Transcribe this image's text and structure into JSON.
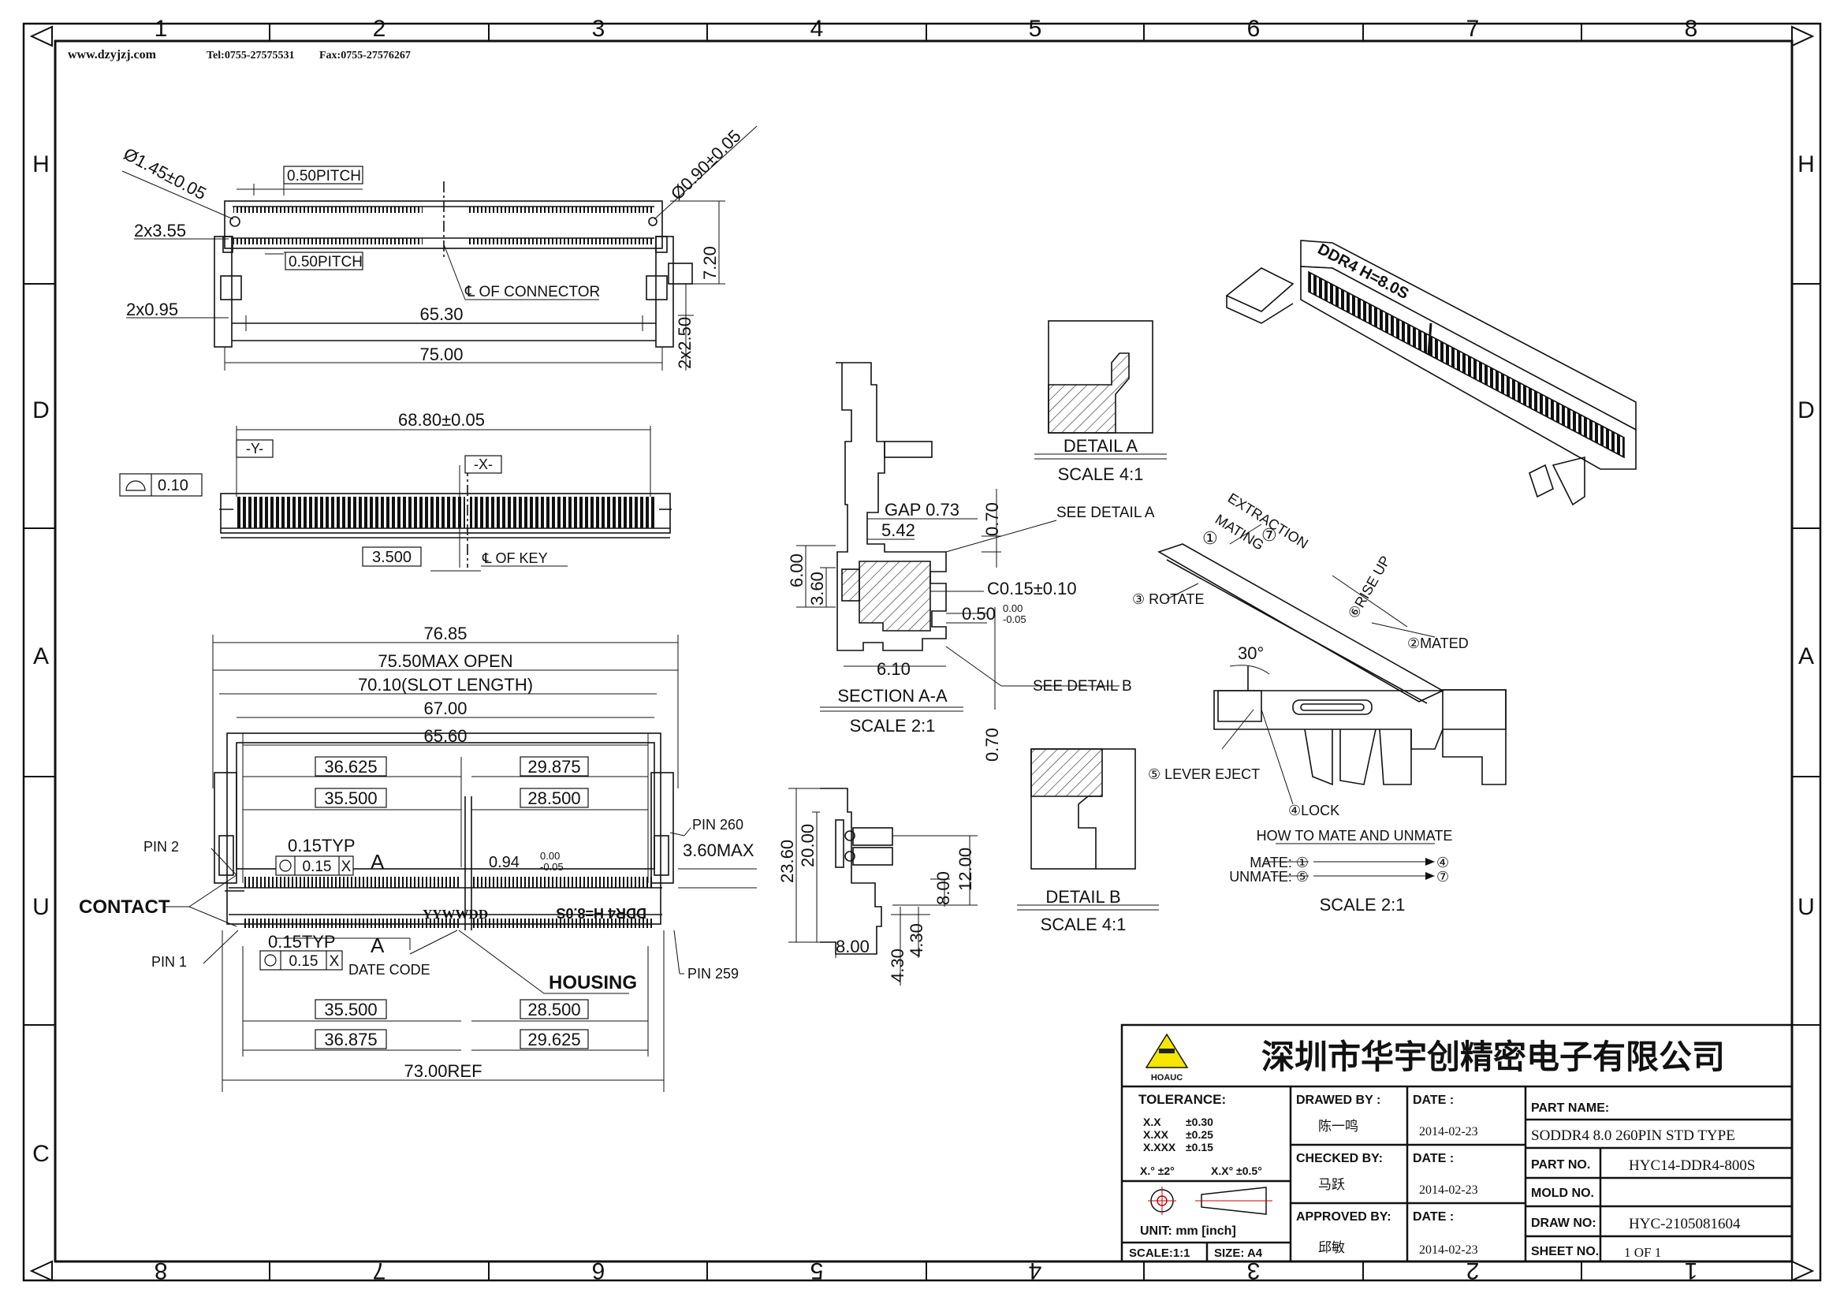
{
  "header": {
    "website": "www.dzyjzj.com",
    "tel": "Tel:0755-27575531",
    "fax": "Fax:0755-27576267"
  },
  "border": {
    "top_numbers": [
      "1",
      "2",
      "3",
      "4",
      "5",
      "6",
      "7",
      "8"
    ],
    "bottom_numbers": [
      "8",
      "7",
      "6",
      "5",
      "4",
      "3",
      "2",
      "1"
    ],
    "side_letters": [
      "H",
      "D",
      "A",
      "U",
      "C"
    ]
  },
  "top_view": {
    "d_hole": "Ø1.45±0.05",
    "d_peg": "Ø0.90±0.05",
    "pitch_top": "0.50PITCH",
    "pitch_bottom": "0.50PITCH",
    "dim_355": "2x3.55",
    "dim_095": "2x0.95",
    "center_label": "℄ OF CONNECTOR",
    "w6530": "65.30",
    "w7500": "75.00",
    "h720": "7.20",
    "h250": "2x2.50"
  },
  "front_view": {
    "w6880": "68.80±0.05",
    "datum_y": "-Y-",
    "datum_x": "-X-",
    "flatness": "0.10",
    "key_dim": "3.500",
    "key_label": "℄ OF KEY"
  },
  "bottom_view": {
    "d7685": "76.85",
    "d7550": "75.50MAX OPEN",
    "d7010": "70.10(SLOT LENGTH)",
    "d6700": "67.00",
    "d6560": "65.60",
    "d36625": "36.625",
    "d29875": "29.875",
    "d35500a": "35.500",
    "d28500a": "28.500",
    "typ_top": "0.15TYP",
    "pos_tol": "0.15",
    "datum_ref": "X",
    "datum_a": "A",
    "d094": "0.94",
    "d094_tol_up": "0.00",
    "d094_tol_dn": "-0.05",
    "d360": "3.60MAX",
    "pin2": "PIN 2",
    "pin260": "PIN 260",
    "pin1": "PIN 1",
    "pin259": "PIN 259",
    "contact": "CONTACT",
    "housing": "HOUSING",
    "date_code": "DATE CODE",
    "date_fmt": "YYWWDD",
    "marking": "DDR4 H=8.0S",
    "typ_bot": "0.15TYP",
    "d35500b": "35.500",
    "d28500b": "28.500",
    "d36875": "36.875",
    "d29625": "29.625",
    "d7300": "73.00REF"
  },
  "section_view": {
    "gap": "GAP 0.73",
    "d542": "5.42",
    "d600": "6.00",
    "d360": "3.60",
    "d070a": "0.70",
    "chamfer": "C0.15±0.10",
    "d050": "0.50",
    "d050_up": "0.00",
    "d050_dn": "-0.05",
    "d610": "6.10",
    "d070b": "0.70",
    "see_a": "SEE DETAIL A",
    "see_b": "SEE DETAIL B",
    "title": "SECTION A-A",
    "scale": "SCALE 2:1"
  },
  "side_view": {
    "d2360": "23.60",
    "d2000": "20.00",
    "d1200": "12.00",
    "d800a": "8.00",
    "d430a": "4.30",
    "d430b": "4.30",
    "d800b": "8.00"
  },
  "detail_a": {
    "title": "DETAIL A",
    "scale": "SCALE 4:1"
  },
  "detail_b": {
    "title": "DETAIL B",
    "scale": "SCALE 4:1"
  },
  "iso_view": {
    "marking": "DDR4 H=8.0S"
  },
  "mating": {
    "extraction": "EXTRACTION",
    "mating": "MATING",
    "m1": "①",
    "m7": "⑦",
    "rotate": "③ ROTATE",
    "rise": "⑥RISE UP",
    "mated": "②MATED",
    "angle": "30°",
    "lever": "⑤ LEVER EJECT",
    "lock": "④LOCK",
    "how": "HOW TO MATE AND UNMATE",
    "mate_line": "MATE: ①",
    "mate_end": "④",
    "unmate_line": "UNMATE: ⑤",
    "unmate_end": "⑦",
    "scale": "SCALE 2:1"
  },
  "title_block": {
    "company": "深圳市华宇创精密电子有限公司",
    "logo_text": "HOAUC",
    "tolerance_label": "TOLERANCE:",
    "tol_rows": [
      [
        "X.X",
        "±0.30"
      ],
      [
        "X.XX",
        "±0.25"
      ],
      [
        "X.XXX",
        "±0.15"
      ]
    ],
    "tol_angle_a": "X.° ±2°",
    "tol_angle_b": "X.X° ±0.5°",
    "unit": "UNIT: mm [inch]",
    "scale": "SCALE:1:1",
    "size": "SIZE: A4",
    "drawn_by_label": "DRAWED BY :",
    "drawn_by": "陈一鸣",
    "checked_by_label": "CHECKED BY:",
    "checked_by": "马跃",
    "approved_by_label": "APPROVED BY:",
    "approved_by": "邱敏",
    "date_label": "DATE :",
    "date1": "2014-02-23",
    "date2": "2014-02-23",
    "date3": "2014-02-23",
    "part_name_label": "PART NAME:",
    "part_name": "SODDR4 8.0 260PIN STD TYPE",
    "part_no_label": "PART NO.",
    "part_no": "HYC14-DDR4-800S",
    "mold_no_label": "MOLD NO.",
    "mold_no": "",
    "draw_no_label": "DRAW NO:",
    "draw_no": "HYC-2105081604",
    "sheet_no_label": "SHEET NO.",
    "sheet_no": "1 OF 1"
  }
}
